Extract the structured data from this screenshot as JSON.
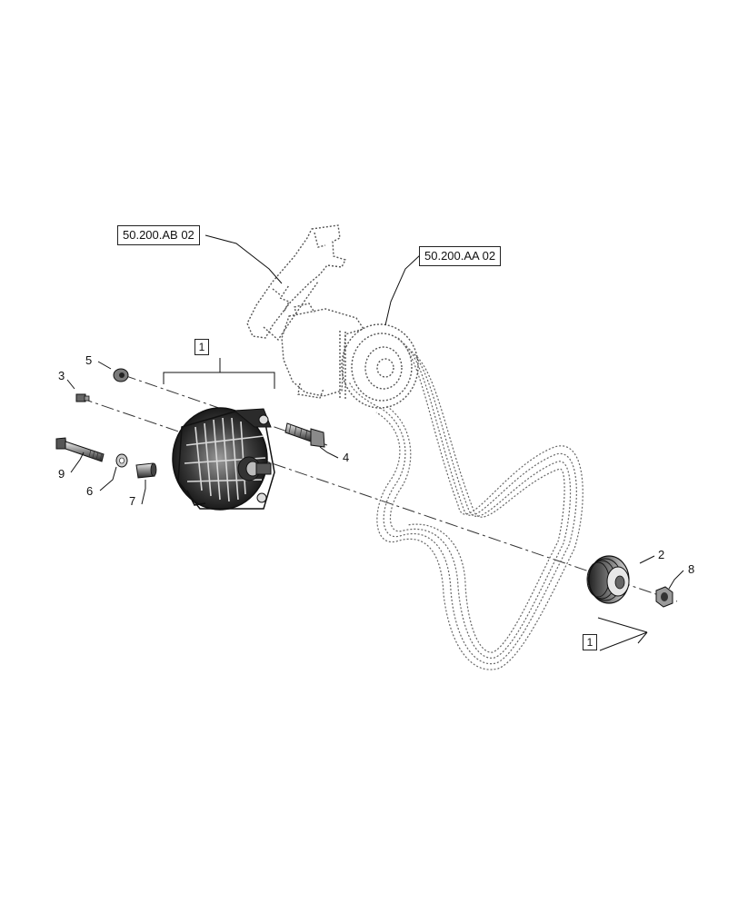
{
  "diagram": {
    "refs": {
      "ab": "50.200.AB 02",
      "aa": "50.200.AA 02"
    },
    "callouts": {
      "c1_top": "1",
      "c1_bottom": "1",
      "c2": "2",
      "c3": "3",
      "c4": "4",
      "c5": "5",
      "c6": "6",
      "c7": "7",
      "c8": "8",
      "c9": "9"
    },
    "colors": {
      "line": "#222222",
      "phantom": "#555555",
      "part_dark": "#1a1a1a",
      "part_mid": "#6b6b6b",
      "part_light": "#cfcfcf"
    }
  }
}
